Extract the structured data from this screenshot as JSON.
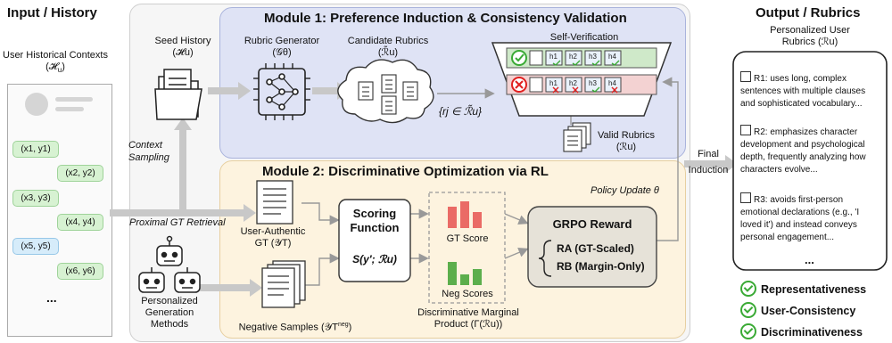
{
  "input": {
    "title": "Input / History",
    "contexts_label": "User Historical Contexts (𝓗",
    "contexts_sub": "u",
    "pairs": [
      "(x1, y1)",
      "(x2, y2)",
      "(x3, y3)",
      "(x4, y4)",
      "(x5, y5)",
      "(x6, y6)"
    ],
    "ellipsis": "..."
  },
  "flow": {
    "context_sampling": "Context Sampling",
    "proximal_gt": "Proximal GT Retrieval",
    "final_induction": "Final Induction",
    "policy_update": "Policy Update θ"
  },
  "module1": {
    "title": "Module 1: Preference Induction & Consistency Validation",
    "seed_history": "Seed History",
    "seed_symbol": "(𝓗u)",
    "rubric_generator": "Rubric Generator",
    "generator_symbol": "(𝒢θ)",
    "candidate_rubrics": "Candidate Rubrics",
    "candidate_symbol": "(ℛ̃u)",
    "self_verification": "Self-Verification",
    "set_expr": "{rj ∈ ℛ̃u}",
    "valid_rubrics": "Valid Rubrics",
    "valid_symbol": "(ℛu)",
    "h_labels": [
      "h1",
      "h2",
      "h3",
      "h4"
    ]
  },
  "module2": {
    "title": "Module 2: Discriminative Optimization via RL",
    "user_authentic": "User-Authentic GT (𝒴T)",
    "personalized_methods": "Personalized Generation Methods",
    "negative_samples": "Negative Samples (𝒴T",
    "neg_sup": "neg",
    "scoring_title": "Scoring Function",
    "scoring_expr": "S(y′; ℛu)",
    "gt_score": "GT Score",
    "neg_scores": "Neg Scores",
    "disc_product": "Discriminative Marginal Product (Γ(ℛu))",
    "grpo_title": "GRPO Reward",
    "ra": "RA (GT-Scaled)",
    "rb": "RB (Margin-Only)"
  },
  "output": {
    "title": "Output / Rubrics",
    "subtitle": "Personalized User Rubrics (ℛu)",
    "rubrics": [
      "R1: uses long, complex sentences with multiple clauses and sophisticated vocabulary...",
      "R2: emphasizes character development and psychological depth, frequently analyzing how characters evolve...",
      "R3: avoids first-person emotional declarations (e.g., 'I loved it') and instead conveys personal engagement..."
    ],
    "ellipsis": "...",
    "properties": [
      "Representativeness",
      "User-Consistency",
      "Discriminativeness"
    ]
  },
  "colors": {
    "module1_bg": "#dfe3f5",
    "module2_bg": "#fdf3df",
    "outer_bg": "#f6f6f6",
    "gt_bar": "#ea6b66",
    "neg_bar": "#5cae4c",
    "check": "#3aaa35",
    "cross": "#e02020"
  }
}
